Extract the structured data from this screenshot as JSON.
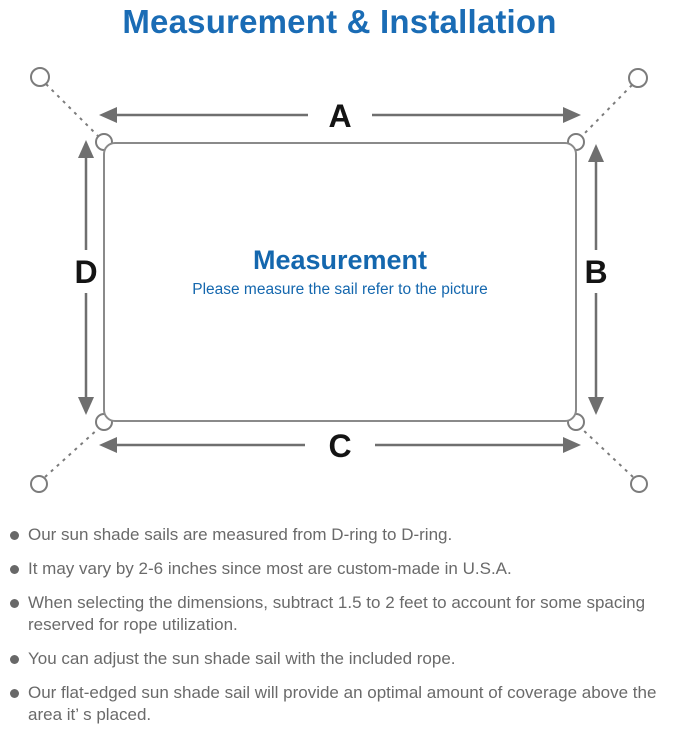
{
  "title": "Measurement & Installation",
  "diagram": {
    "labels": {
      "top": "A",
      "right": "B",
      "bottom": "C",
      "left": "D"
    },
    "center_title": "Measurement",
    "center_subtitle": "Please measure the sail refer to the picture",
    "colors": {
      "accent_blue": "#1a6cb5",
      "line_gray": "#808080",
      "arrow_gray": "#6f6f6f",
      "label_black": "#141414"
    }
  },
  "notes": {
    "items": [
      "Our sun shade sails are measured from D-ring to D-ring.",
      "It may vary by 2-6 inches since most are custom-made in U.S.A.",
      "When selecting the dimensions, subtract 1.5 to 2 feet to account for some spacing reserved for rope utilization.",
      "You can adjust the sun shade sail with the included rope.",
      "Our flat-edged sun shade sail will provide an optimal amount of coverage above the area it’ s placed."
    ]
  }
}
